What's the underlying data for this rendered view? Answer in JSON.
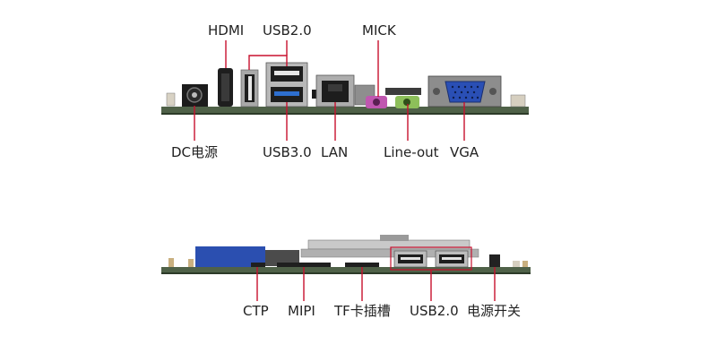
{
  "colors": {
    "leader": "#c8102e",
    "pcb": "#4f6148",
    "label": "#222222"
  },
  "top_board": {
    "labels": {
      "hdmi": "HDMI",
      "usb20": "USB2.0",
      "mick": "MICK",
      "dc": "DC电源",
      "usb30": "USB3.0",
      "lan": "LAN",
      "lineout": "Line-out",
      "vga": "VGA"
    }
  },
  "bottom_board": {
    "labels": {
      "ctp": "CTP",
      "mipi": "MIPI",
      "tf": "TF卡插槽",
      "usb20": "USB2.0",
      "power_switch": "电源开关"
    }
  }
}
